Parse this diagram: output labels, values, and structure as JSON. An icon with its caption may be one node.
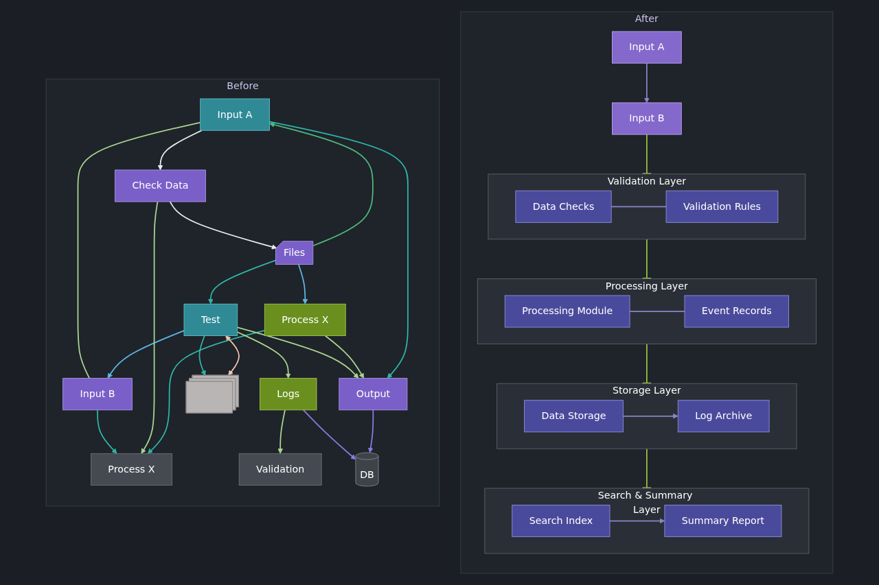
{
  "diagram": {
    "nodes": [
      {
        "text": [
          "Before"
        ]
      },
      {
        "text": [
          "Input A"
        ],
        "in": 0
      },
      {
        "text": [
          "Input B"
        ],
        "in": 0
      },
      {
        "text": [
          "Process X"
        ],
        "in": 0
      },
      {
        "text": [
          "Check Data"
        ],
        "in": 0
      },
      {
        "text": [
          "Process X"
        ],
        "in": 0
      },
      {
        "text": [
          "Validation"
        ],
        "in": 0
      },
      {
        "text": [
          "Files"
        ],
        "in": 0
      },
      {
        "text": [
          "Logs"
        ],
        "in": 0
      },
      {
        "text": [
          "DB"
        ],
        "in": 0
      },
      {
        "text": [],
        "shape": "picture",
        "in": 0
      },
      {
        "text": [
          "Test"
        ],
        "in": 0
      },
      {
        "text": [
          "Output"
        ],
        "in": 0
      },
      {
        "text": [
          "After"
        ]
      },
      {
        "text": [
          "Input A"
        ],
        "in": 13
      },
      {
        "text": [
          "Input B"
        ],
        "in": 13
      },
      {
        "text": [
          "Validation Layer"
        ],
        "in": 13
      },
      {
        "text": [
          "Data Checks"
        ],
        "in": 16
      },
      {
        "text": [
          "Validation Rules"
        ],
        "in": 16
      },
      {
        "text": [
          "Processing Layer"
        ],
        "in": 13
      },
      {
        "text": [
          "Processing Module"
        ],
        "in": 19
      },
      {
        "text": [
          "Event Records"
        ],
        "in": 19
      },
      {
        "text": [
          "Storage Layer"
        ],
        "in": 13
      },
      {
        "text": [
          "Data Storage"
        ],
        "in": 22
      },
      {
        "text": [
          "Log Archive"
        ],
        "in": 22
      },
      {
        "text": [
          "Search & Summary Layer"
        ],
        "in": 13
      },
      {
        "text": [
          "Search Index"
        ],
        "in": 25
      },
      {
        "text": [
          "Summary Report"
        ],
        "in": 25
      }
    ],
    "edges": [
      {
        "from": 1,
        "to": 2,
        "arrow": "none"
      },
      {
        "from": 2,
        "to": 3,
        "arrow": "to",
        "color": "#2fb5a5"
      },
      {
        "from": 1,
        "to": 4,
        "arrow": "to",
        "color": "#e8eef0"
      },
      {
        "from": 11,
        "to": 2,
        "arrow": "to",
        "color": "#5cb8e6"
      },
      {
        "from": 7,
        "to": 1,
        "arrow": "to",
        "color": "#4cbb7c"
      },
      {
        "from": 4,
        "to": 7,
        "arrow": "to",
        "color": "#e8eef0"
      },
      {
        "from": 7,
        "to": 5,
        "arrow": "to",
        "color": "#5cb8e6"
      },
      {
        "from": 4,
        "to": 3,
        "arrow": "to"
      },
      {
        "from": 5,
        "to": 3,
        "arrow": "to",
        "color": "#2fb5a5"
      },
      {
        "from": 8,
        "to": 6,
        "arrow": "to"
      },
      {
        "from": 8,
        "to": 9,
        "arrow": "to",
        "color": "#8c7ae0"
      },
      {
        "from": 12,
        "to": 9,
        "arrow": "to",
        "color": "#8c7ae0"
      },
      {
        "from": 10,
        "to": 11,
        "arrow": "both",
        "color": "#f2c6b0"
      },
      {
        "from": 11,
        "to": 8,
        "arrow": "to"
      },
      {
        "from": 11,
        "to": 12,
        "arrow": "to"
      },
      {
        "from": 11,
        "to": 10,
        "arrow": "to",
        "color": "#2fb5a5"
      },
      {
        "from": 7,
        "to": 11,
        "arrow": "to",
        "color": "#2fb5a5"
      },
      {
        "from": 5,
        "to": 12,
        "arrow": "to"
      },
      {
        "from": 1,
        "to": 12,
        "arrow": "to",
        "color": "#2fb5a5"
      },
      {
        "from": 14,
        "to": 15,
        "arrow": "to",
        "color": "#8a86c8"
      },
      {
        "from": 15,
        "to": 16,
        "arrow": "other",
        "color": "#9cc43e"
      },
      {
        "from": 17,
        "to": 18,
        "arrow": "none",
        "color": "#8a86c8"
      },
      {
        "from": 16,
        "to": 19,
        "arrow": "other",
        "color": "#9cc43e"
      },
      {
        "from": 20,
        "to": 21,
        "arrow": "none",
        "color": "#8a86c8"
      },
      {
        "from": 19,
        "to": 22,
        "arrow": "other",
        "color": "#9cc43e"
      },
      {
        "from": 23,
        "to": 24,
        "arrow": "to",
        "color": "#8a86c8"
      },
      {
        "from": 22,
        "to": 25,
        "arrow": "other",
        "color": "#9cc43e"
      },
      {
        "from": 26,
        "to": 27,
        "arrow": "to",
        "color": "#8a86c8"
      }
    ]
  }
}
